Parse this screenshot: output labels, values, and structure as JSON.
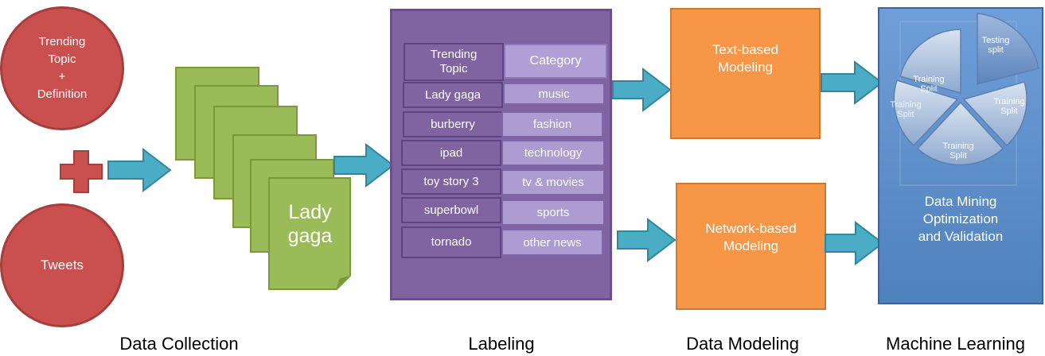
{
  "collection": {
    "topic_circle": "Trending\nTopic\n+\nDefinition",
    "tweets_circle": "Tweets",
    "doc_text": "Lady\ngaga"
  },
  "labeling": {
    "header_topic": "Trending\nTopic",
    "header_category": "Category",
    "rows": [
      {
        "topic": "Lady gaga",
        "category": "music"
      },
      {
        "topic": "burberry",
        "category": "fashion"
      },
      {
        "topic": "ipad",
        "category": "technology"
      },
      {
        "topic": "toy story 3",
        "category": "tv & movies"
      },
      {
        "topic": "superbowl",
        "category": "sports"
      },
      {
        "topic": "tornado",
        "category": "other news"
      }
    ]
  },
  "modeling": {
    "text_box": "Text-based\nModeling",
    "network_box": "Network-based\nModeling"
  },
  "ml": {
    "slices": [
      "Training\nSplit",
      "Testing\nsplit",
      "Training\nSplit",
      "Training\nSplit",
      "Training\nSplit"
    ],
    "caption": "Data Mining\nOptimization\nand Validation"
  },
  "stages": [
    "Data Collection",
    "Labeling",
    "Data Modeling",
    "Machine Learning"
  ],
  "colors": {
    "circle": "#c9504f",
    "document": "#9bbb59",
    "labeling": "#8064a2",
    "modeling": "#f79646",
    "machine_learning": "#4f81bd",
    "arrow": "#4bacc6"
  }
}
